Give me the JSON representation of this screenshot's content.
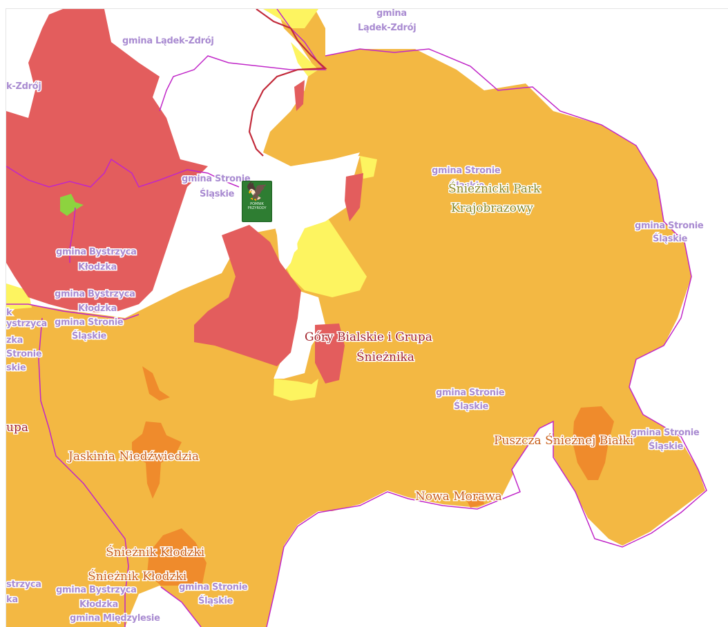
{
  "map": {
    "colors": {
      "nature_2000": "#f3b843",
      "landscape_park": "#e35d5d",
      "buffer": "#fdf460",
      "reserve": "#ef8b2c",
      "monument": "#8dd33f",
      "boundary": "#c026c8"
    },
    "gmina_labels": [
      {
        "text": "gmina"
      },
      {
        "text": "Lądek-Zdrój"
      },
      {
        "text": "gmina Lądek-Zdrój"
      },
      {
        "text": "k-Zdrój"
      },
      {
        "text": "gmina Stronie"
      },
      {
        "text": "Śląskie"
      },
      {
        "text": "gmina Stronie"
      },
      {
        "text": "Śląskie"
      },
      {
        "text": "gmina Stronie"
      },
      {
        "text": "Śląskie"
      },
      {
        "text": "gmina Bystrzyca"
      },
      {
        "text": "Kłodzka"
      },
      {
        "text": "gmina Bystrzyca"
      },
      {
        "text": "Kłodzka"
      },
      {
        "text": "k"
      },
      {
        "text": "ystrzyca"
      },
      {
        "text": "gmina Stronie"
      },
      {
        "text": "Śląskie"
      },
      {
        "text": "zka"
      },
      {
        "text": "Stronie"
      },
      {
        "text": "skie"
      },
      {
        "text": "gmina Stronie"
      },
      {
        "text": "Śląskie"
      },
      {
        "text": "gmina Stronie"
      },
      {
        "text": "Śląskie"
      },
      {
        "text": "strzyca"
      },
      {
        "text": "ka"
      },
      {
        "text": "gmina Bystrzyca"
      },
      {
        "text": "Kłodzka"
      },
      {
        "text": "gmina Stronie"
      },
      {
        "text": "Śląskie"
      },
      {
        "text": "gmina Międzylesie"
      }
    ],
    "area_labels": [
      {
        "text": "Śnieżnicki Park"
      },
      {
        "text": "Krajobrazowy"
      },
      {
        "text": "Góry Bialskie i Grupa"
      },
      {
        "text": "Śnieżnika"
      },
      {
        "text": "upa"
      },
      {
        "text": "Jaskinia Niedźwiedzia"
      },
      {
        "text": "Puszcza Śnieżnej Białki"
      },
      {
        "text": "Nowa Morawa"
      },
      {
        "text": "Śnieżnik Kłodzki"
      },
      {
        "text": "Śnieżnik Kłodzki"
      }
    ],
    "emblem": {
      "icon": "polish-eagle-icon",
      "text_line1": "POMNIK",
      "text_line2": "PRZYRODY"
    }
  }
}
